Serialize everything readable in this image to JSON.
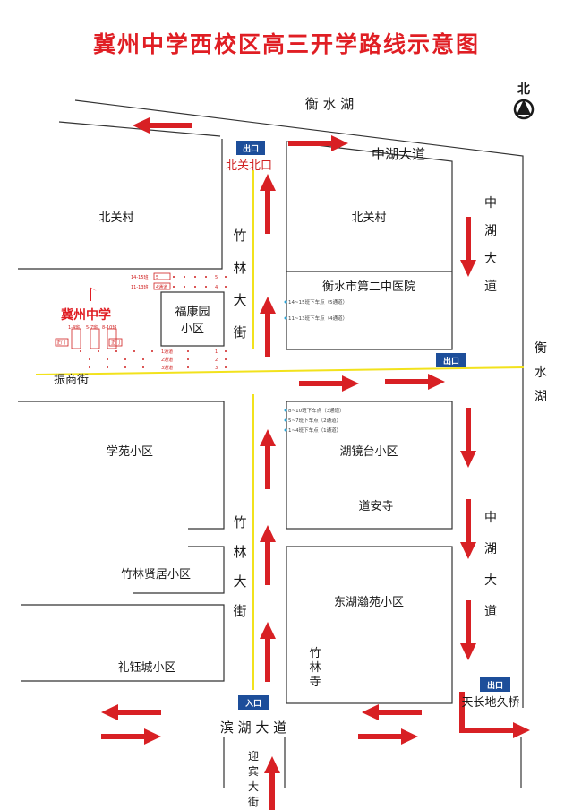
{
  "title": "冀州中学西校区高三开学路线示意图",
  "north": "北",
  "accent_color": "#e01e24",
  "badge_color": "#1d4e9a",
  "road_color": "#f2e21c",
  "roads": {
    "hengshui_lake_top": "衡 水 湖",
    "hengshui_lake_right": [
      "衡",
      "水",
      "湖"
    ],
    "zhonghu_top": "中湖大道",
    "zhonghu_right_upper": [
      "中",
      "湖",
      "大",
      "道"
    ],
    "zhonghu_right_lower": [
      "中",
      "湖",
      "大",
      "道"
    ],
    "zhulin_upper": [
      "竹",
      "林",
      "大",
      "街"
    ],
    "zhulin_lower": [
      "竹",
      "林",
      "大",
      "街"
    ],
    "binhu": "滨 湖 大 道",
    "yingbin": [
      "迎",
      "宾",
      "大",
      "街"
    ],
    "zhenshang": "振商街"
  },
  "areas": {
    "beiguan_west": "北关村",
    "beiguan_east": "北关村",
    "hospital": "衡水市第二中医院",
    "fukangyuan": [
      "福康园",
      "小区"
    ],
    "school": "冀州中学",
    "xueyuan": "学苑小区",
    "hujingtai": "湖镜台小区",
    "daoan": "道安寺",
    "zhulin_xianju": "竹林贤居小区",
    "donghu": "东湖瀚苑小区",
    "zhulin_temple": [
      "竹",
      "林",
      "寺"
    ],
    "liyucheng": "礼钰城小区",
    "tianchang": "天长地久桥"
  },
  "badges": {
    "exit_top": "出口",
    "exit_right": "出口",
    "exit_bottom": "出口",
    "entrance": "入口"
  },
  "labels": {
    "beiguan_north_gate": "北关北口",
    "drop_1415": "14~15班下车点（5通道）",
    "drop_1113": "11~13班下车点（4通道）",
    "drop_810": "8~10班下车点（3通道）",
    "drop_57": "5~7班下车点（2通道）",
    "drop_14": "1~4班下车点（1通道）",
    "class_1415": "14-15班",
    "class_1113": "11-13班",
    "class_14": "1-4班",
    "class_57": "5-7班",
    "class_810": "8-10班",
    "gate_left": "正门",
    "gate_right": "正门",
    "channel_4": "4通道",
    "channel_1": "1通道",
    "channel_2": "2通道",
    "channel_3": "3通道",
    "lane_5": "5",
    "lane_4": "4",
    "lane_3": "3",
    "lane_2": "2",
    "lane_1": "1"
  }
}
